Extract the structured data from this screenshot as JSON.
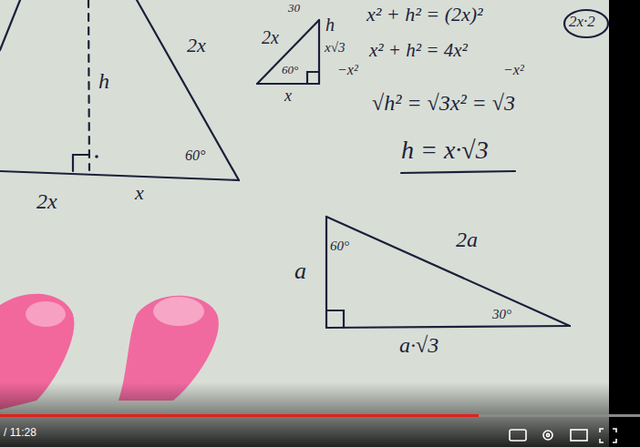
{
  "diagram": {
    "labels": [
      "2x",
      "h",
      "60°",
      "2x",
      "x",
      "2x",
      "30",
      "h",
      "x√3",
      "60°",
      "x",
      "x² + h² = (2x)²",
      "2x·2",
      "x² + h² = 4x²",
      "−x²",
      "−x²",
      "√h² = √3x² = √3",
      "h = x·√3",
      "60°",
      "2a",
      "a",
      "30°",
      "a·√3",
      "/ 11:28"
    ]
  }
}
